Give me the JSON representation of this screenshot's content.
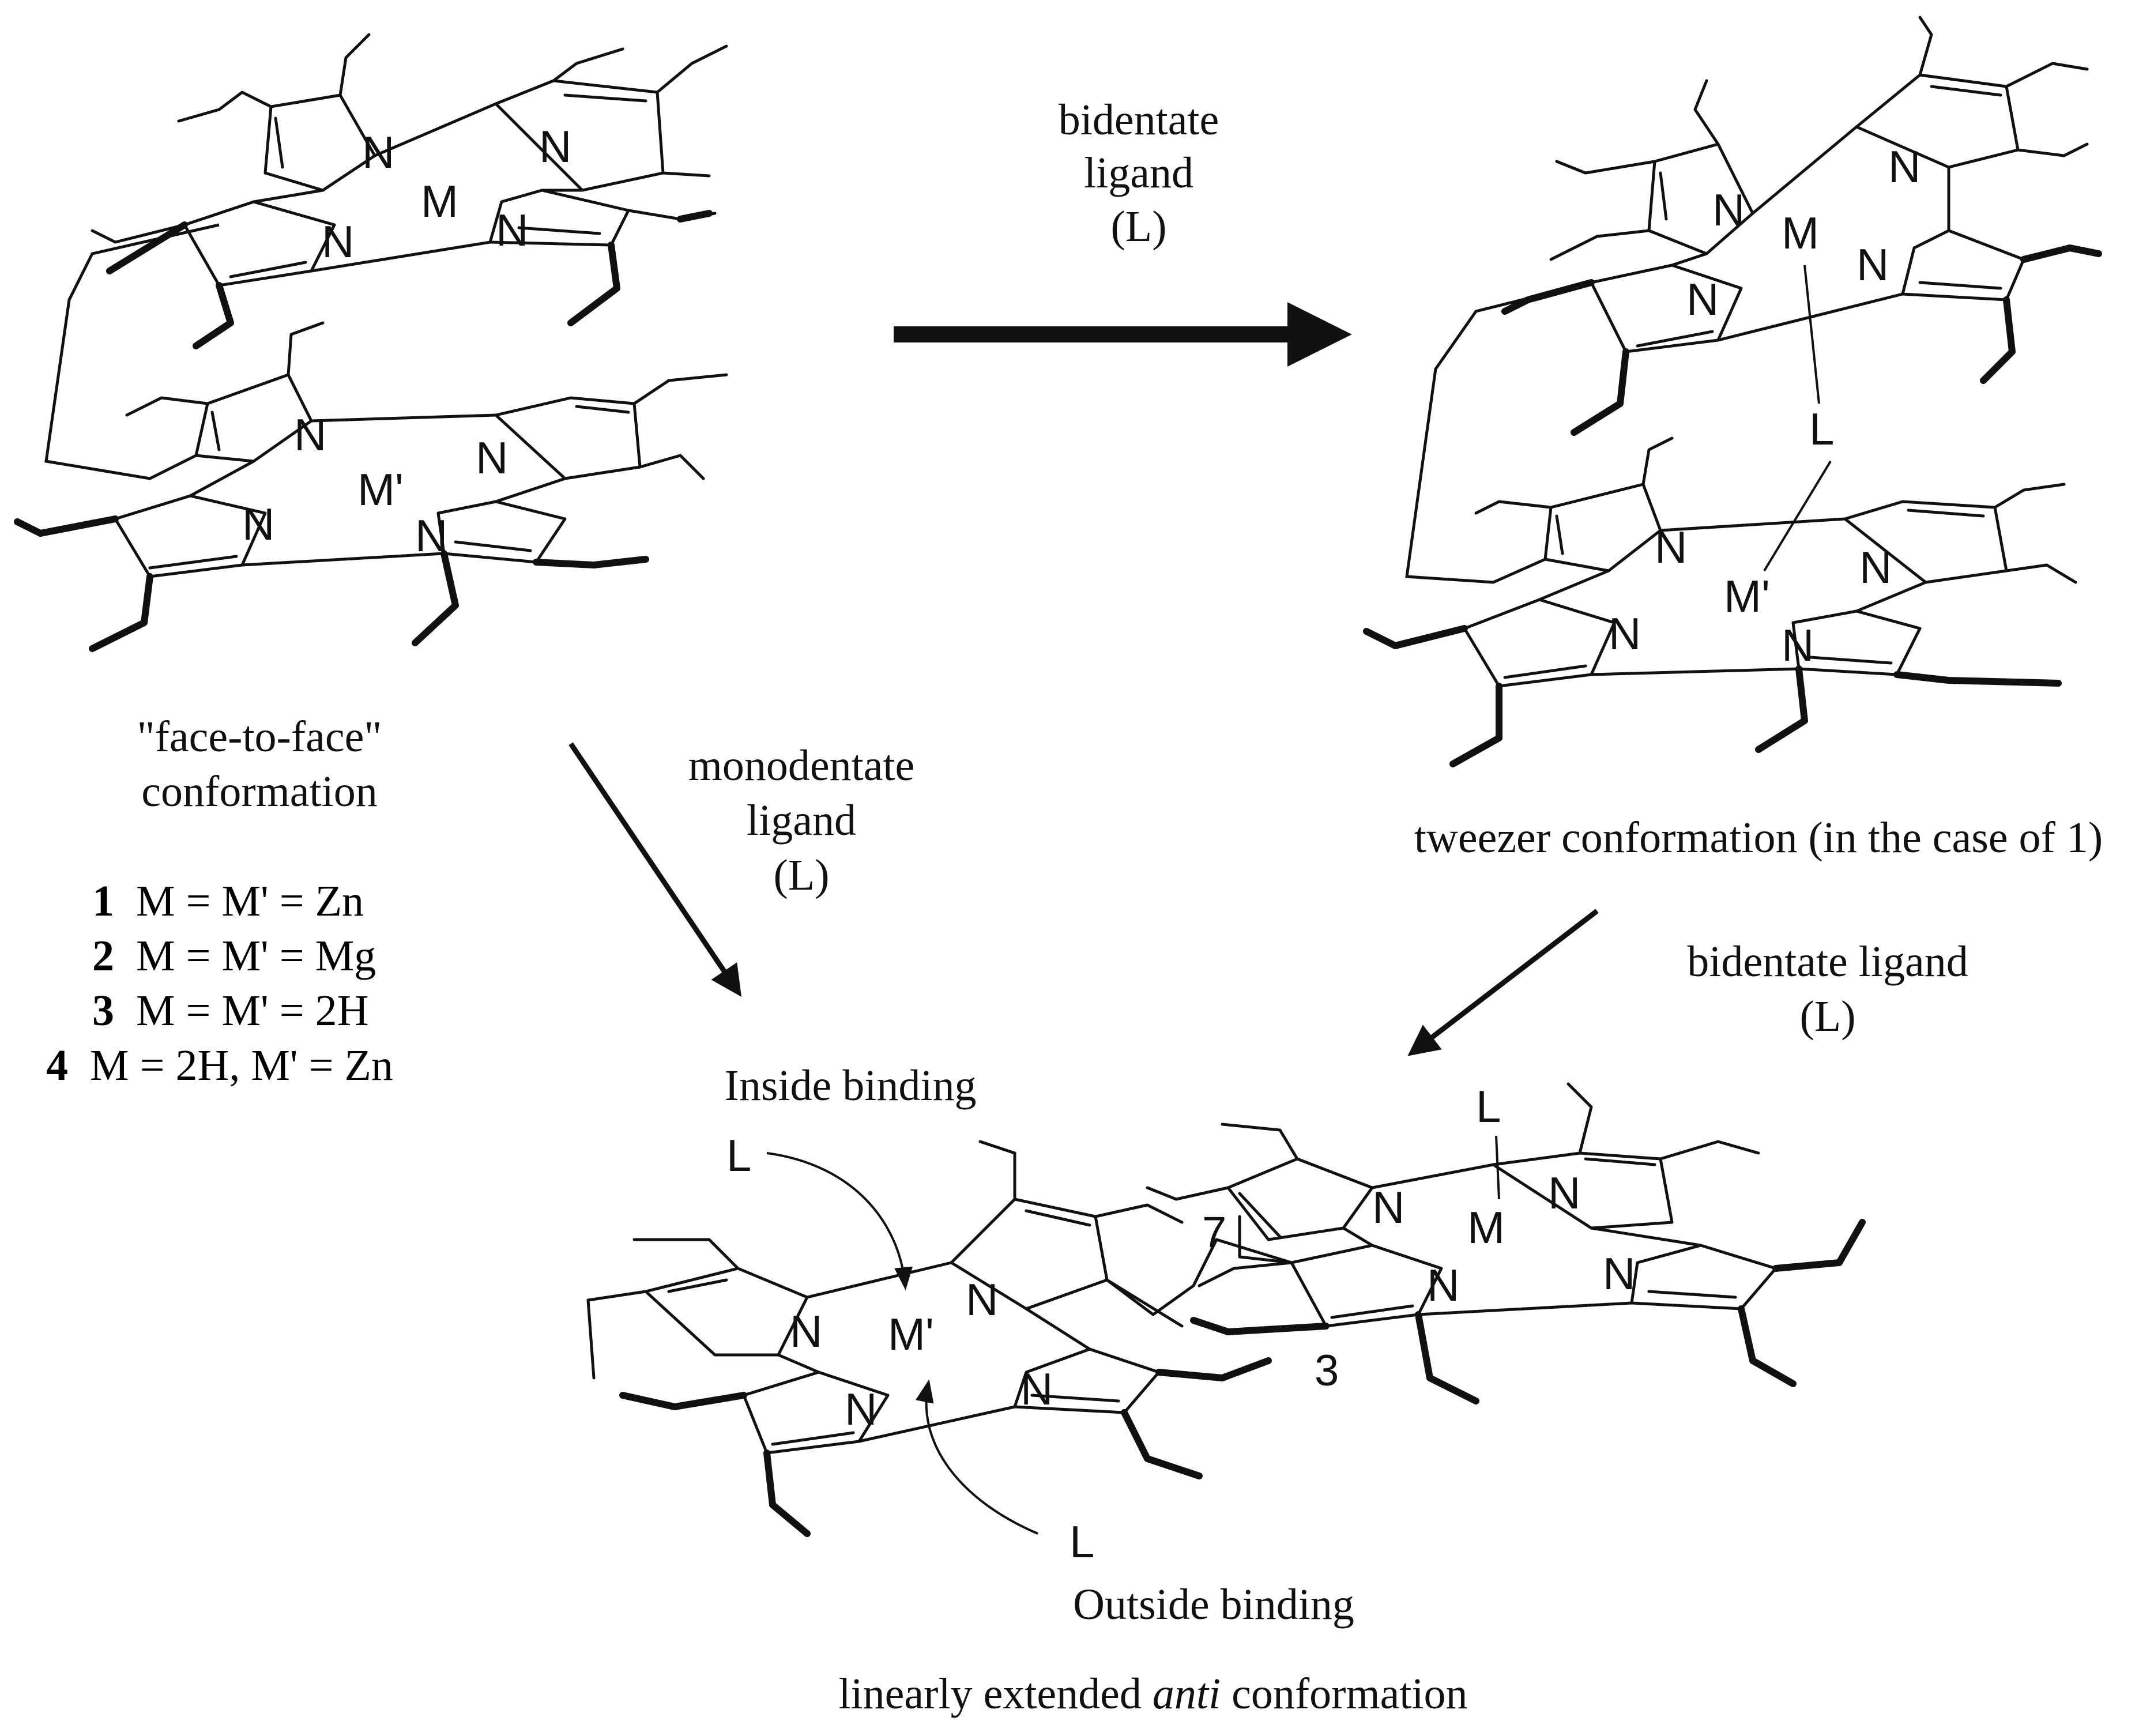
{
  "atoms": {
    "N": "N",
    "M": "M",
    "M_prime": "M'",
    "L": "L"
  },
  "positions": {
    "pos7": "7",
    "pos3": "3"
  },
  "labels": {
    "face_to_face_1": "\"face-to-face\"",
    "face_to_face_2": "conformation",
    "tweezer": "tweezer conformation (in the case of 1)",
    "bidentate_top_1": "bidentate",
    "bidentate_top_2": "ligand",
    "bidentate_top_3": "(L)",
    "monodentate_1": "monodentate",
    "monodentate_2": "ligand",
    "monodentate_3": "(L)",
    "bidentate_right_1": "bidentate ligand",
    "bidentate_right_2": "(L)",
    "inside_binding": "Inside binding",
    "outside_binding": "Outside binding",
    "anti_prefix": "linearly extended ",
    "anti_italic": "anti",
    "anti_suffix": " conformation"
  },
  "compounds": [
    {
      "number": "1",
      "formula": "M = M'  = Zn"
    },
    {
      "number": "2",
      "formula": "M = M'  = Mg"
    },
    {
      "number": "3",
      "formula": "M = M'  = 2H"
    },
    {
      "number": "4",
      "formula": "M = 2H, M'  = Zn"
    }
  ],
  "colors": {
    "ink": "#111111",
    "background": "#ffffff"
  }
}
